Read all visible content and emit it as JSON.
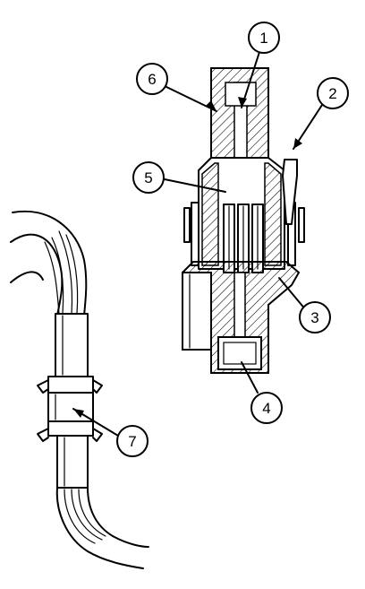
{
  "diagram": {
    "callouts": [
      {
        "id": "c1",
        "label": "1"
      },
      {
        "id": "c2",
        "label": "2"
      },
      {
        "id": "c3",
        "label": "3"
      },
      {
        "id": "c4",
        "label": "4"
      },
      {
        "id": "c5",
        "label": "5"
      },
      {
        "id": "c6",
        "label": "6"
      },
      {
        "id": "c7",
        "label": "7"
      }
    ],
    "colors": {
      "ink": "#000000",
      "background": "#ffffff"
    }
  }
}
